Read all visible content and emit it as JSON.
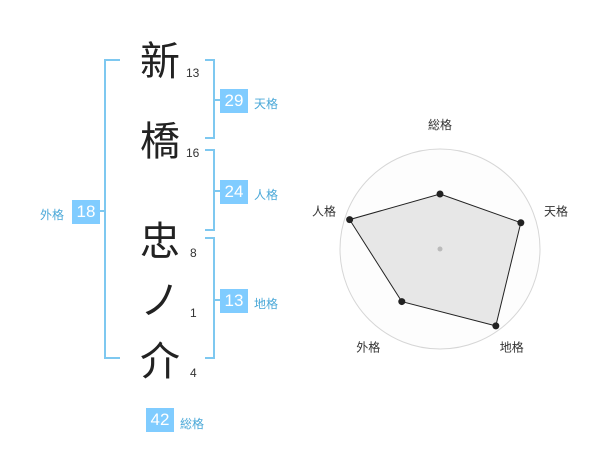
{
  "accent_color": "#80ccff",
  "bracket_color": "#7ec8f0",
  "name_chars": [
    {
      "char": "新",
      "strokes": "13"
    },
    {
      "char": "橋",
      "strokes": "16"
    },
    {
      "char": "忠",
      "strokes": "8"
    },
    {
      "char": "ノ",
      "strokes": "1"
    },
    {
      "char": "介",
      "strokes": "4"
    }
  ],
  "fortunes": {
    "tenkaku": {
      "value": "29",
      "label": "天格"
    },
    "jinkaku": {
      "value": "24",
      "label": "人格"
    },
    "chikaku": {
      "value": "13",
      "label": "地格"
    },
    "gaikaku": {
      "value": "18",
      "label": "外格"
    },
    "soukaku": {
      "value": "42",
      "label": "総格"
    }
  },
  "chart_data": {
    "type": "radar",
    "axes": [
      "総格",
      "天格",
      "地格",
      "外格",
      "人格"
    ],
    "values": [
      0.55,
      0.85,
      0.95,
      0.65,
      0.95
    ],
    "rings": 4,
    "grid": true
  }
}
